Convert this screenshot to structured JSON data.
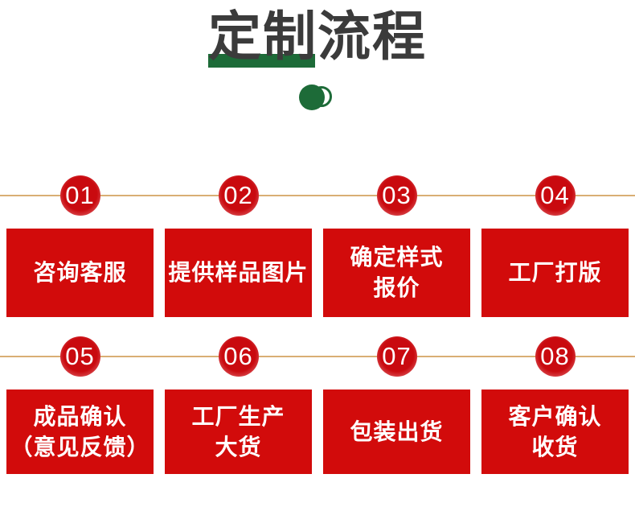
{
  "page": {
    "title": "定制流程"
  },
  "steps": [
    {
      "number": "01",
      "label": "咨询客服"
    },
    {
      "number": "02",
      "label": "提供样品图片"
    },
    {
      "number": "03",
      "label": "确定样式\n报价"
    },
    {
      "number": "04",
      "label": "工厂打版"
    },
    {
      "number": "05",
      "label": "成品确认\n（意见反馈）"
    },
    {
      "number": "06",
      "label": "工厂生产\n大货"
    },
    {
      "number": "07",
      "label": "包装出货"
    },
    {
      "number": "08",
      "label": "客户确认\n收货"
    }
  ],
  "colors": {
    "box_red": "#d20b0b",
    "badge_red": "#c90a0f",
    "badge_rim_pink": "#f6cccc",
    "connector_line_tan": "#d9ae74",
    "title_gray": "#3b3b3b",
    "accent_green": "#1d6b38",
    "text_white": "#ffffff"
  }
}
